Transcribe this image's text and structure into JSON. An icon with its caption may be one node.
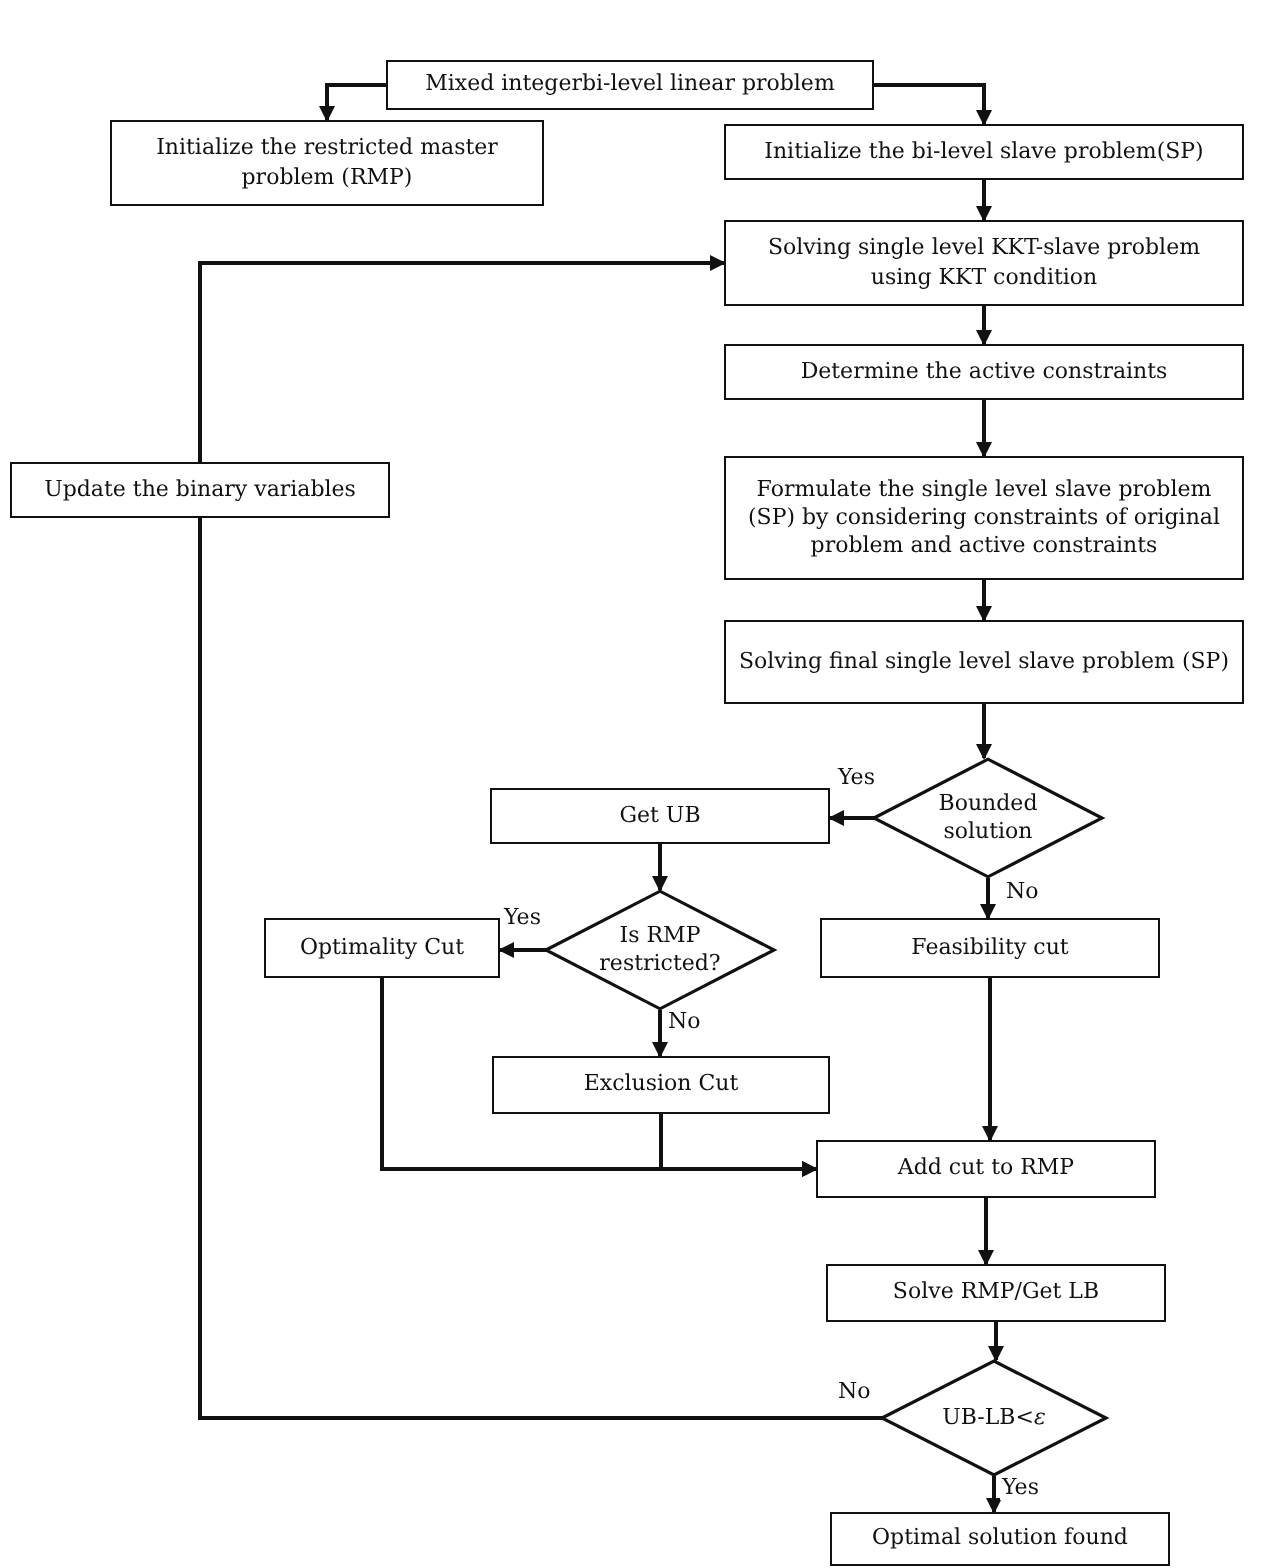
{
  "diagram": {
    "nodes": [
      {
        "text": [
          "Mixed integerbi-level linear problem"
        ]
      },
      {
        "text": [
          "Initialize the restricted master problem (RMP)"
        ]
      },
      {
        "text": [
          "Initialize the bi-level slave problem(SP)"
        ]
      },
      {
        "text": [
          "Solving single level KKT-slave problem using KKT condition"
        ]
      },
      {
        "text": [
          "Determine the active constraints"
        ]
      },
      {
        "text": [
          "Update the binary variables"
        ]
      },
      {
        "text": [
          "Formulate the single level slave problem (SP) by considering constraints of original problem and active constraints"
        ]
      },
      {
        "text": [
          "Solving final single level slave problem (SP)"
        ]
      },
      {
        "text": [
          "Bounded solution"
        ]
      },
      {
        "text": [
          "Get UB"
        ]
      },
      {
        "text": [
          "Is RMP restricted?"
        ]
      },
      {
        "text": [
          "Optimality Cut"
        ]
      },
      {
        "text": [
          "Feasibility cut"
        ]
      },
      {
        "text": [
          "Exclusion Cut"
        ]
      },
      {
        "text": [
          "Add cut to RMP"
        ]
      },
      {
        "text": [
          "Solve RMP/Get LB"
        ]
      },
      {
        "text": [
          "UB-LB<*ε*"
        ]
      },
      {
        "text": [
          "Optimal solution found"
        ]
      }
    ],
    "edges": [
      {
        "from": 0,
        "to": 1,
        "arrow": "to"
      },
      {
        "from": 0,
        "to": 2,
        "arrow": "to"
      },
      {
        "from": 2,
        "to": 3,
        "arrow": "to"
      },
      {
        "from": 3,
        "to": 4,
        "arrow": "to"
      },
      {
        "from": 4,
        "to": 6,
        "arrow": "to"
      },
      {
        "from": 6,
        "to": 7,
        "arrow": "to"
      },
      {
        "from": 7,
        "to": 8,
        "arrow": "to"
      },
      {
        "from": 8,
        "to": 9,
        "arrow": "to",
        "label": "Yes"
      },
      {
        "from": 8,
        "to": 12,
        "arrow": "to",
        "label": "No"
      },
      {
        "from": 9,
        "to": 10,
        "arrow": "to"
      },
      {
        "from": 10,
        "to": 11,
        "arrow": "to",
        "label": "Yes"
      },
      {
        "from": 10,
        "to": 13,
        "arrow": "to",
        "label": "No"
      },
      {
        "from": 11,
        "to": 14,
        "arrow": "to"
      },
      {
        "from": 13,
        "to": 14,
        "arrow": "to"
      },
      {
        "from": 12,
        "to": 14,
        "arrow": "to"
      },
      {
        "from": 14,
        "to": 15,
        "arrow": "to"
      },
      {
        "from": 15,
        "to": 16,
        "arrow": "to"
      },
      {
        "from": 16,
        "to": 17,
        "arrow": "to",
        "label": "Yes"
      },
      {
        "from": 16,
        "to": 5,
        "arrow": "none",
        "label": "No"
      },
      {
        "from": 5,
        "to": 3,
        "arrow": "to"
      }
    ]
  }
}
